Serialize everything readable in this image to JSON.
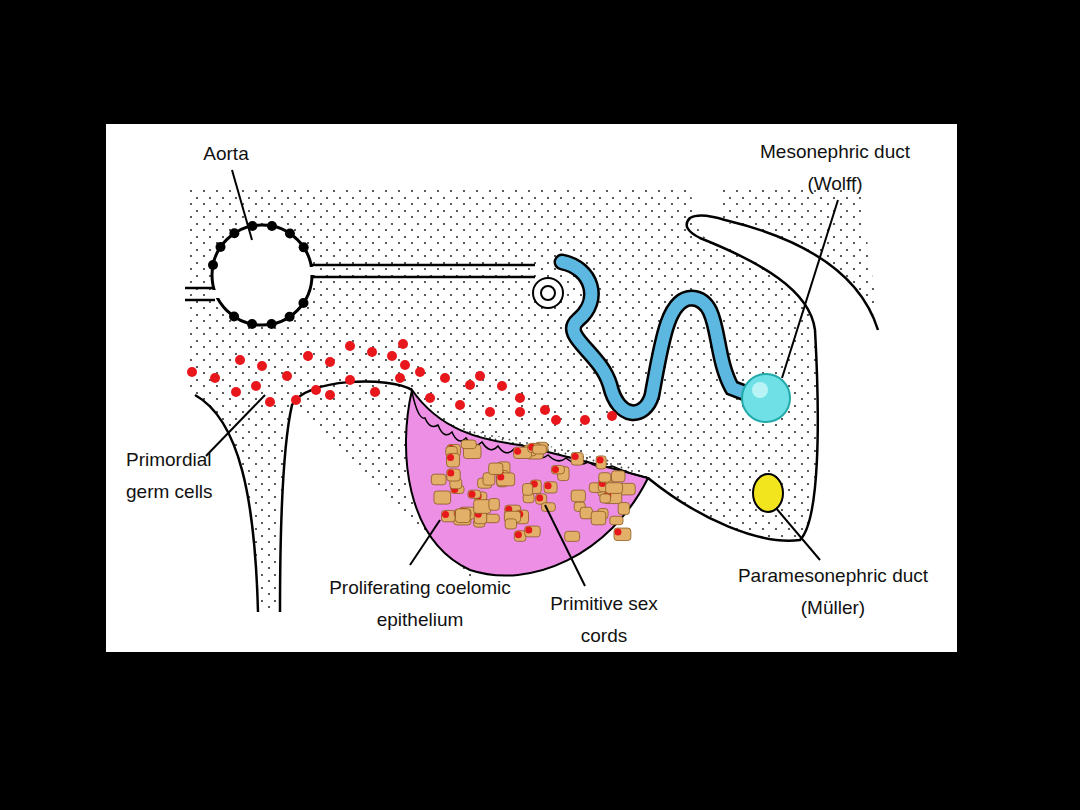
{
  "diagram": {
    "labels": [
      "Aorta",
      "Mesonephric duct (Wolff)",
      "Primordial germ cells",
      "Proliferating coelomic epithelium",
      "Primitive sex cords",
      "Paramesonephric duct (Müller)"
    ]
  }
}
